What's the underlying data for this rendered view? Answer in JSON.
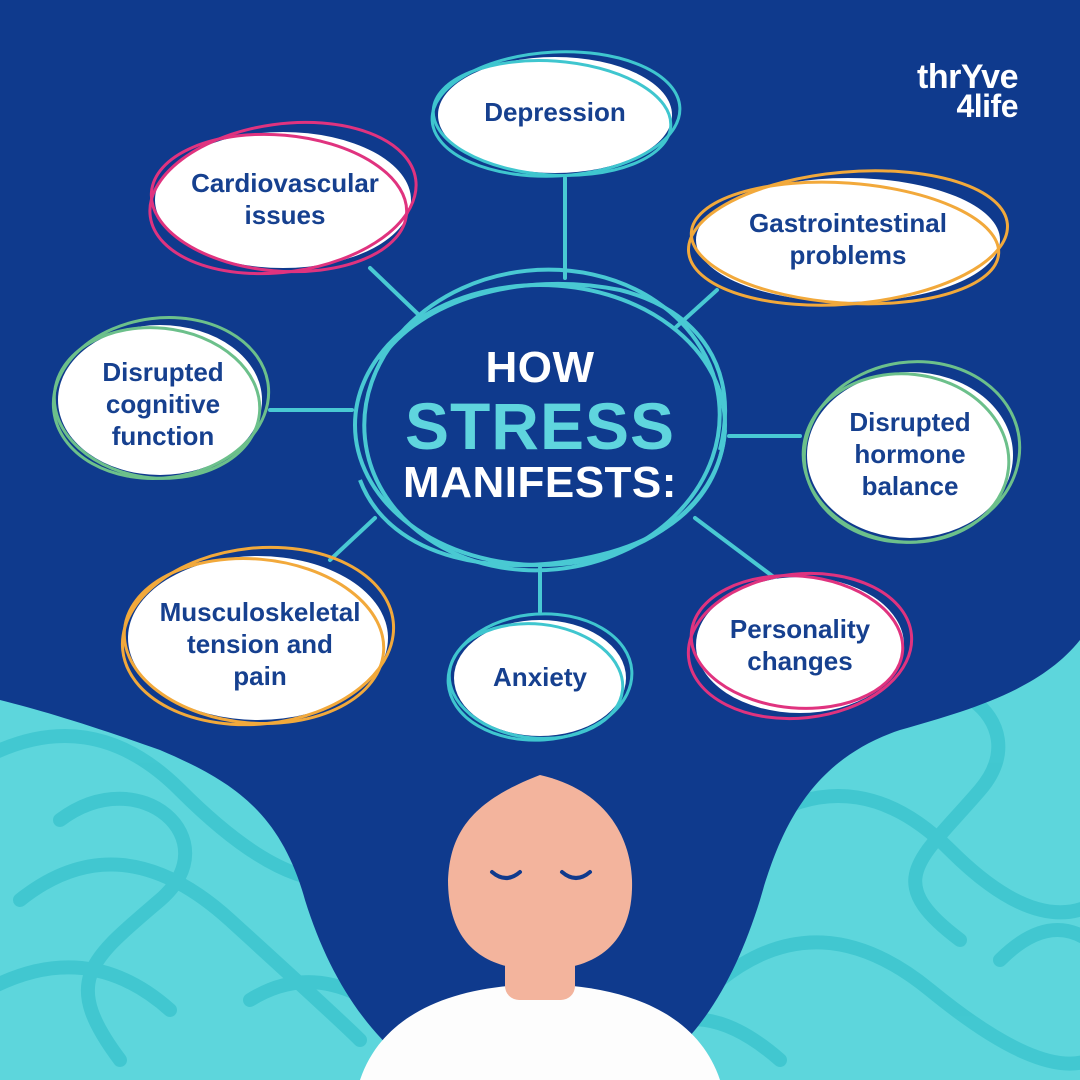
{
  "logo": {
    "line1": "thrYve",
    "line2": "4life"
  },
  "title": {
    "line1": "HOW",
    "line2": "STRESS",
    "line3": "MANIFESTS:"
  },
  "effects": [
    {
      "id": "depression",
      "label": "Depression",
      "outline_color": "#3fc6cf"
    },
    {
      "id": "gastrointestinal",
      "label": "Gastrointestinal\nproblems",
      "outline_color": "#f2a93b"
    },
    {
      "id": "hormone",
      "label": "Disrupted\nhormone\nbalance",
      "outline_color": "#6cc08b"
    },
    {
      "id": "personality",
      "label": "Personality\nchanges",
      "outline_color": "#e0337f"
    },
    {
      "id": "anxiety",
      "label": "Anxiety",
      "outline_color": "#3fc6cf"
    },
    {
      "id": "musculoskeletal",
      "label": "Musculoskeletal\ntension and\npain",
      "outline_color": "#f2a93b"
    },
    {
      "id": "cognitive",
      "label": "Disrupted\ncognitive\nfunction",
      "outline_color": "#6cc08b"
    },
    {
      "id": "cardiovascular",
      "label": "Cardiovascular\nissues",
      "outline_color": "#e0337f"
    }
  ],
  "colors": {
    "hair": "#0f3a8d",
    "background": "#5dd6dc",
    "connector": "#49c9d3",
    "label_text": "#16408f",
    "skin": "#f3b49d",
    "shirt": "#fdfdfd"
  }
}
